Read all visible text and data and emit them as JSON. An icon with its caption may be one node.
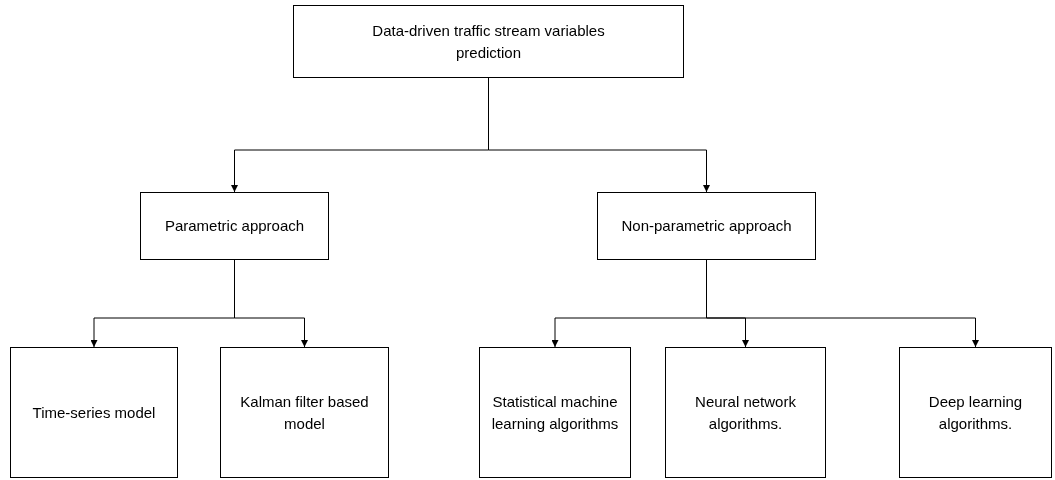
{
  "diagram": {
    "nodes": [
      {
        "text": [
          "Data-driven traffic stream variables prediction"
        ]
      },
      {
        "text": [
          "Parametric approach"
        ]
      },
      {
        "text": [
          "Non-parametric approach"
        ]
      },
      {
        "text": [
          "Time-series model"
        ]
      },
      {
        "text": [
          "Kalman filter based model"
        ]
      },
      {
        "text": [
          "Statistical machine learning algorithms"
        ]
      },
      {
        "text": [
          "Neural network algorithms."
        ]
      },
      {
        "text": [
          "Deep learning algorithms."
        ]
      }
    ],
    "edges": [
      {
        "from": 0,
        "to": 1,
        "arrow": "to"
      },
      {
        "from": 0,
        "to": 2,
        "arrow": "to"
      },
      {
        "from": 1,
        "to": 3,
        "arrow": "to"
      },
      {
        "from": 1,
        "to": 4,
        "arrow": "to"
      },
      {
        "from": 2,
        "to": 5,
        "arrow": "to"
      },
      {
        "from": 2,
        "to": 6,
        "arrow": "to"
      },
      {
        "from": 2,
        "to": 7,
        "arrow": "to"
      }
    ]
  }
}
